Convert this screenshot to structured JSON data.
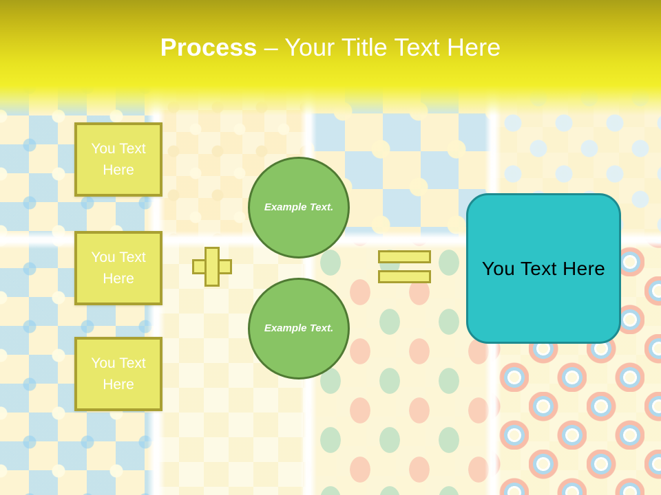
{
  "slide": {
    "title": {
      "bold_part": "Process",
      "rest_part": " – Your Title Text Here"
    },
    "colors": {
      "header_top": "#a9a018",
      "header_bottom": "#f2ef2a",
      "yellow_box_fill": "#e8e86a",
      "yellow_box_border": "#a9a032",
      "green_circle_fill": "#88c464",
      "green_circle_border": "#4f7a33",
      "teal_box_fill": "#2ec3c6",
      "teal_box_border": "#1d8b90",
      "title_text": "#ffffff",
      "teal_text": "#000000"
    }
  },
  "left_boxes": [
    {
      "label": "You Text Here"
    },
    {
      "label": "You Text Here"
    },
    {
      "label": "You Text Here"
    }
  ],
  "operators": {
    "plus": "plus-sign",
    "equals": "equals-sign"
  },
  "circles": [
    {
      "label": "Example Text."
    },
    {
      "label": "Example Text."
    }
  ],
  "result_box": {
    "label": "You Text Here"
  },
  "background": {
    "panels": [
      {
        "name": "star-pattern-panel-top-left"
      },
      {
        "name": "sun-pattern-panel-top-center-left"
      },
      {
        "name": "blue-star-pattern-panel-top-center"
      },
      {
        "name": "daisy-pattern-panel-top-right"
      },
      {
        "name": "star-pattern-panel-bottom-left"
      },
      {
        "name": "plain-pattern-panel-bottom-center-left"
      },
      {
        "name": "leaf-pattern-panel-bottom-center"
      },
      {
        "name": "rainbow-pattern-panel-bottom-right"
      }
    ]
  }
}
